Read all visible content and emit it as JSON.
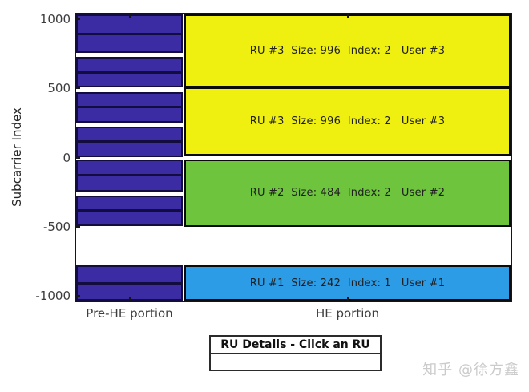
{
  "figure": {
    "watermark": "知乎 @徐方鑫"
  },
  "ru_details": {
    "title": "RU Details - Click an RU",
    "body": ""
  },
  "chart_data": {
    "type": "bar",
    "title": "",
    "xlabel": "",
    "ylabel": "Subcarrier Index",
    "ylim": [
      -1035,
      1035
    ],
    "yticks": [
      1000,
      500,
      0,
      -500,
      -1000
    ],
    "categories": [
      "Pre-HE portion",
      "HE portion"
    ],
    "grid": false,
    "legend": false,
    "rus": [
      {
        "ru": 3,
        "size": 996,
        "index": 2,
        "user": 3,
        "subcarriers": [
          505,
          1035
        ],
        "label": "RU #3  Size: 996  Index: 2   User #3",
        "color": "#efef10"
      },
      {
        "ru": 3,
        "size": 996,
        "index": 2,
        "user": 3,
        "subcarriers": [
          15,
          505
        ],
        "label": "RU #3  Size: 996  Index: 2   User #3",
        "color": "#efef10"
      },
      {
        "ru": 2,
        "size": 484,
        "index": 2,
        "user": 2,
        "subcarriers": [
          -500,
          -15
        ],
        "label": "RU #2  Size: 484  Index: 2   User #2",
        "color": "#6ec43c"
      },
      {
        "ru": 1,
        "size": 242,
        "index": 1,
        "user": 1,
        "subcarriers": [
          -1035,
          -780
        ],
        "label": "RU #1  Size: 242  Index: 1   User #1",
        "color": "#2b9ce5"
      }
    ],
    "pre_he_groups": [
      [
        1035,
        755
      ],
      [
        725,
        505
      ],
      [
        475,
        255
      ],
      [
        225,
        5
      ],
      [
        -15,
        -245
      ],
      [
        -275,
        -495
      ],
      [
        -780,
        -1035
      ]
    ],
    "colors": {
      "pre_he_fill": "#3c2ca4",
      "pre_he_line": "#130d3f",
      "ru_border": "#0a0a0a",
      "axis": "#151515",
      "tick_text": "#3d3d3d"
    }
  }
}
